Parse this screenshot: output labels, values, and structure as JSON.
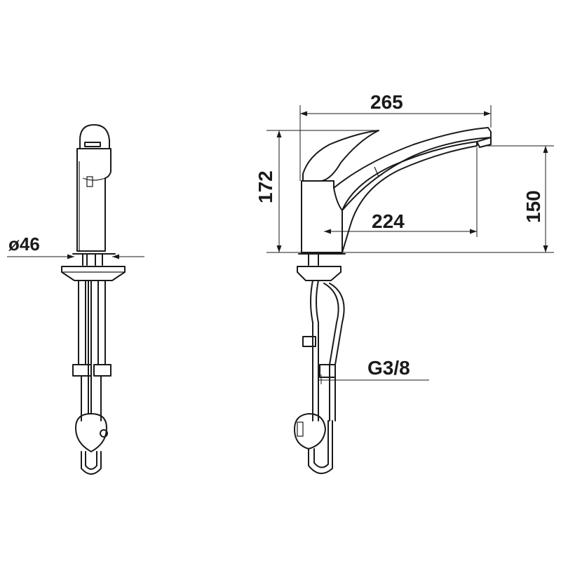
{
  "dimensions": {
    "width_total": "265",
    "height_total": "172",
    "spout_height": "150",
    "spout_reach": "224",
    "base_diameter": "ø46",
    "connection_thread": "G3/8"
  },
  "colors": {
    "line": "#1a1a1a",
    "background": "#ffffff"
  }
}
